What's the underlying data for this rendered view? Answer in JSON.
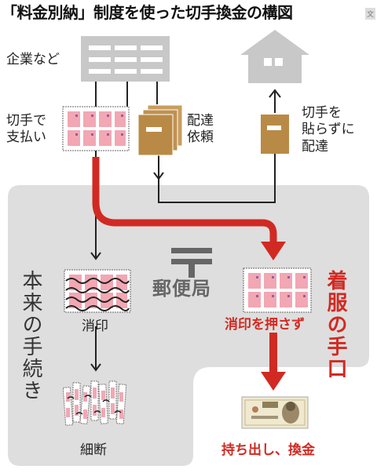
{
  "title": "「料金別納」制度を使った切手換金の構図",
  "watermark": "文",
  "labels": {
    "company": "企業など",
    "pay_with_stamps": "切手で\n支払い",
    "delivery_request": "配達\n依頼",
    "deliver_without_stamps": "切手を\n貼らずに\n配達",
    "post_office": "郵便局",
    "normal_procedure": "本来の手続き",
    "postmark": "消印",
    "shred": "細断",
    "no_postmark": "消印を押さず",
    "embezzlement": "着服の手口",
    "take_out_cash": "持ち出し、換金"
  },
  "colors": {
    "accent_red": "#d12a22",
    "panel_gray": "#dedede",
    "icon_gray": "#c8c8c8",
    "envelope_tan": "#b98a45",
    "stamp_pink": "#f2a7b3"
  },
  "icons": {
    "company": "office-building-icon",
    "house": "house-icon",
    "post_office": "post-office-mark-icon",
    "stamp_sheet": "stamp-sheet-icon",
    "envelope": "envelope-stack-icon",
    "banknote": "ten-thousand-yen-note-icon"
  }
}
